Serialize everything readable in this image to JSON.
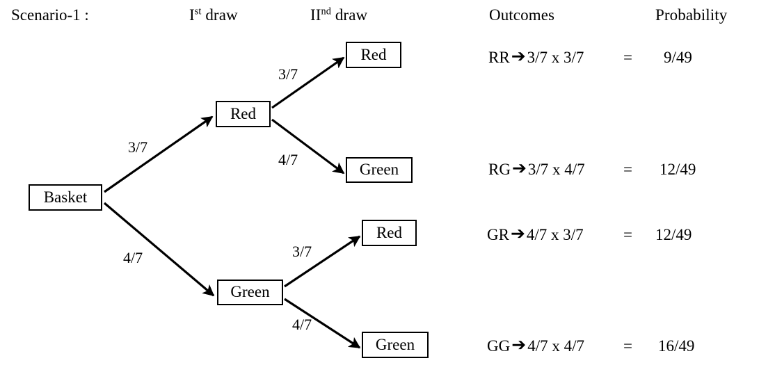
{
  "title": "Scenario-1 :",
  "headers": {
    "first_draw_prefix": "I",
    "first_draw_sup": "st",
    "first_draw_suffix": " draw",
    "second_draw_prefix": "II",
    "second_draw_sup": "nd",
    "second_draw_suffix": " draw",
    "outcomes": "Outcomes",
    "probability": "Probability"
  },
  "tree": {
    "root": {
      "label": "Basket"
    },
    "first_draw": [
      {
        "label": "Red",
        "edge_label": "3/7"
      },
      {
        "label": "Green",
        "edge_label": "4/7"
      }
    ],
    "second_draw": [
      {
        "label": "Red",
        "edge_label": "3/7"
      },
      {
        "label": "Green",
        "edge_label": "4/7"
      },
      {
        "label": "Red",
        "edge_label": "3/7"
      },
      {
        "label": "Green",
        "edge_label": "4/7"
      }
    ]
  },
  "outcomes": [
    {
      "code": "RR",
      "arrow": "➔",
      "expression": "3/7 x 3/7",
      "equals": "=",
      "probability": "9/49"
    },
    {
      "code": "RG",
      "arrow": "➔",
      "expression": "3/7 x 4/7",
      "equals": "=",
      "probability": "12/49"
    },
    {
      "code": "GR",
      "arrow": "➔",
      "expression": "4/7 x 3/7",
      "equals": "=",
      "probability": "12/49"
    },
    {
      "code": "GG",
      "arrow": "➔",
      "expression": "4/7 x 4/7",
      "equals": "=",
      "probability": "16/49"
    }
  ],
  "colors": {
    "ink": "#000000",
    "background": "#ffffff"
  }
}
